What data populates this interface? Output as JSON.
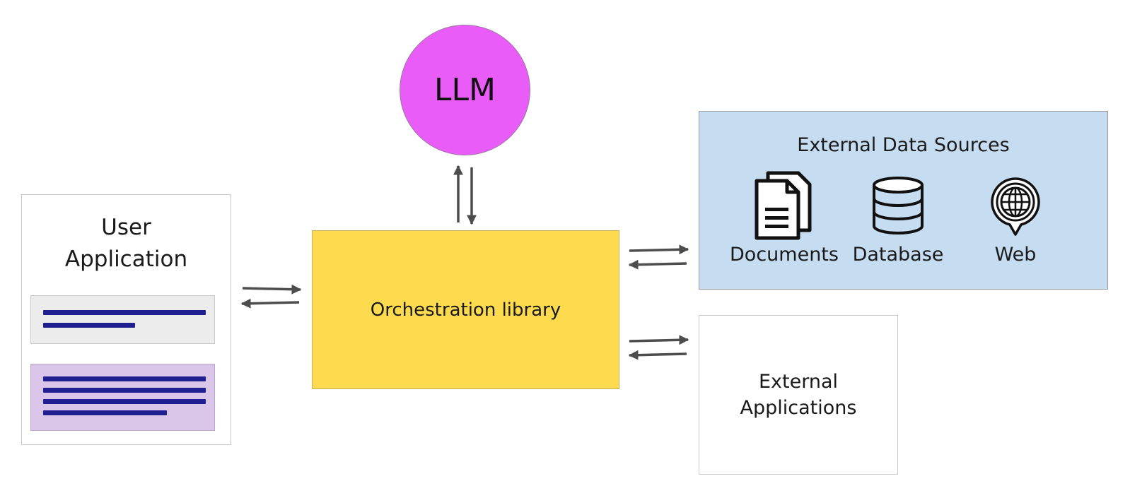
{
  "colors": {
    "llm": "#ea5cf8",
    "orchestration": "#fedb4e",
    "external_data": "#c5dcf1",
    "user_message": "#ececec",
    "response": "#d9c6e8",
    "text_lines": "#1f1f8f",
    "arrows": "#4d4d4d"
  },
  "llm": {
    "label": "LLM"
  },
  "user_application": {
    "title_line1": "User",
    "title_line2": "Application"
  },
  "orchestration": {
    "label": "Orchestration library"
  },
  "external_data_sources": {
    "title": "External Data Sources",
    "sources": [
      {
        "label": "Documents",
        "icon": "documents-icon"
      },
      {
        "label": "Database",
        "icon": "database-icon"
      },
      {
        "label": "Web",
        "icon": "web-icon"
      }
    ]
  },
  "external_applications": {
    "label_line1": "External",
    "label_line2": "Applications"
  }
}
